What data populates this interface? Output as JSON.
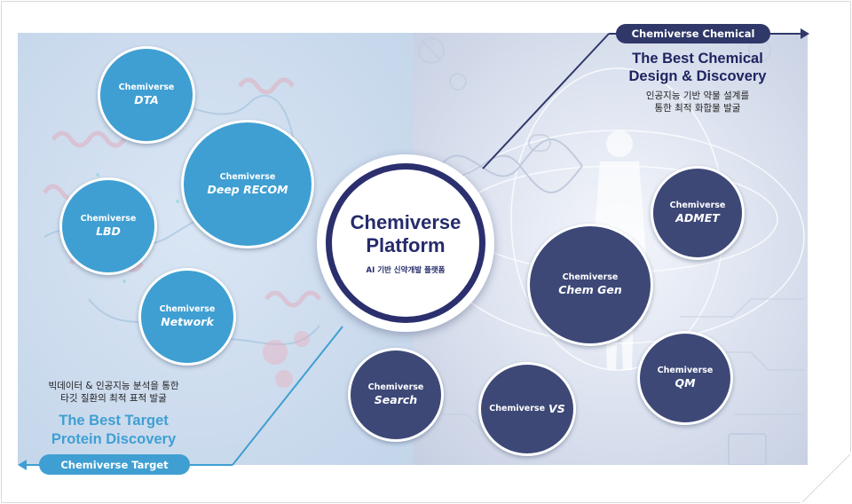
{
  "center": {
    "title_line1": "Chemiverse",
    "title_line2": "Platform",
    "subtitle": "AI 기반 신약개발 플랫폼"
  },
  "chemical": {
    "pill_label": "Chemiverse Chemical",
    "heading_line1": "The Best Chemical",
    "heading_line2": "Design & Discovery",
    "desc_line1": "인공지능 기반 약물 설계를",
    "desc_line2": "통한 최적 화합물 발굴"
  },
  "target": {
    "pill_label": "Chemiverse Target",
    "heading_line1": "The Best Target",
    "heading_line2": "Protein Discovery",
    "desc_line1": "빅데이터 & 인공지능 분석을 통한",
    "desc_line2": "타깃 질환의 최적 표적 발굴"
  },
  "modules": {
    "dta": {
      "brand": "Chemiverse",
      "name": "DTA"
    },
    "deep_recom": {
      "brand": "Chemiverse",
      "name": "Deep RECOM"
    },
    "lbd": {
      "brand": "Chemiverse",
      "name": "LBD"
    },
    "network": {
      "brand": "Chemiverse",
      "name": "Network"
    },
    "admet": {
      "brand": "Chemiverse",
      "name": "ADMET"
    },
    "chem_gen": {
      "brand": "Chemiverse",
      "name": "Chem Gen"
    },
    "search": {
      "brand": "Chemiverse",
      "name": "Search"
    },
    "vs": {
      "brand": "Chemiverse",
      "name": "VS"
    },
    "qm": {
      "brand": "Chemiverse",
      "name": "QM"
    }
  },
  "colors": {
    "target_blue": "#3f9fd2",
    "chemical_navy": "#3d4877",
    "ring_navy": "#2b2f6e"
  }
}
